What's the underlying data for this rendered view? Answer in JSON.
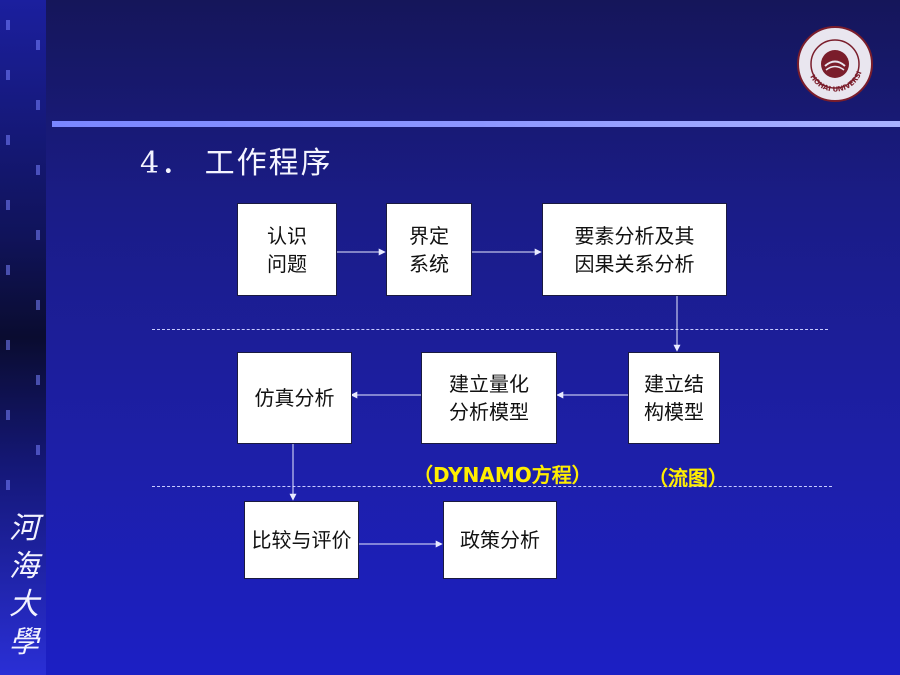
{
  "slide": {
    "title": "4．  工作程序",
    "side_text": "河海大學",
    "logo_text": "HOHAI UNIVERSITY"
  },
  "flow": {
    "nodes": {
      "identify": [
        "认识",
        "问题"
      ],
      "define": [
        "界定",
        "系统"
      ],
      "elements": [
        "要素分析及其",
        "因果关系分析"
      ],
      "structure": [
        "建立结",
        "构模型"
      ],
      "quant": [
        "建立量化",
        "分析模型"
      ],
      "simulate": [
        "仿真分析"
      ],
      "compare": [
        "比较与评价"
      ],
      "policy": [
        "政策分析"
      ]
    },
    "notes": {
      "dynamo": "（DYNAMO方程）",
      "flowchart": "（流图）"
    }
  },
  "colors": {
    "background": "#1d1fa6",
    "note_text": "#ffee00",
    "box_fill": "#ffffff",
    "rule": "#8c96ff"
  }
}
